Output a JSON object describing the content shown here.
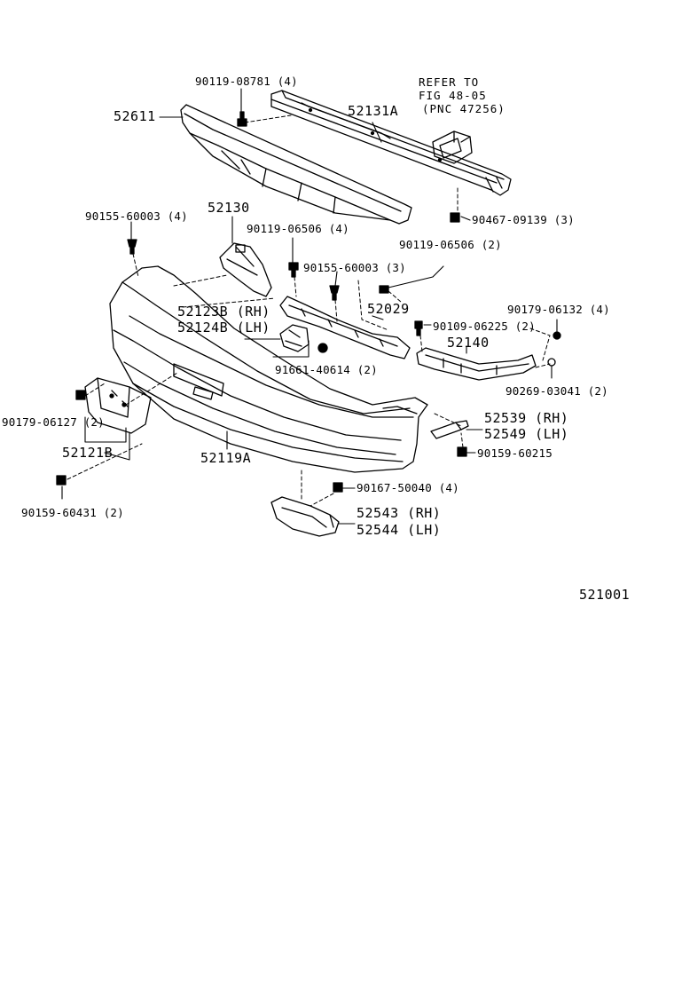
{
  "diagram": {
    "note": {
      "line1": "REFER TO",
      "line2": "FIG 48-05",
      "line3": "(PNC 47256)"
    },
    "labels": {
      "p90119_08781": "90119-08781 (4)",
      "p52611": "52611",
      "p52131A": "52131A",
      "p90467_09139": "90467-09139 (3)",
      "p90155_60003_4": "90155-60003 (4)",
      "p52130": "52130",
      "p90119_06506_4": "90119-06506 (4)",
      "p90119_06506_2": "90119-06506 (2)",
      "p90155_60003_3": "90155-60003 (3)",
      "p52123B": "52123B (RH)",
      "p52124B": "52124B (LH)",
      "p52029": "52029",
      "p90179_06132": "90179-06132 (4)",
      "p90109_06225": "90109-06225 (2)",
      "p52140": "52140",
      "p91661_40614": "91661-40614 (2)",
      "p90269_03041": "90269-03041 (2)",
      "p90179_06127": "90179-06127 (2)",
      "p52539": "52539 (RH)",
      "p52549": "52549 (LH)",
      "p52121B": "52121B",
      "p52119A": "52119A",
      "p90159_60215": "90159-60215",
      "p90159_60431": "90159-60431 (2)",
      "p90167_50040": "90167-50040 (4)",
      "p52543": "52543 (RH)",
      "p52544": "52544 (LH)",
      "figure_code": "521001"
    }
  }
}
